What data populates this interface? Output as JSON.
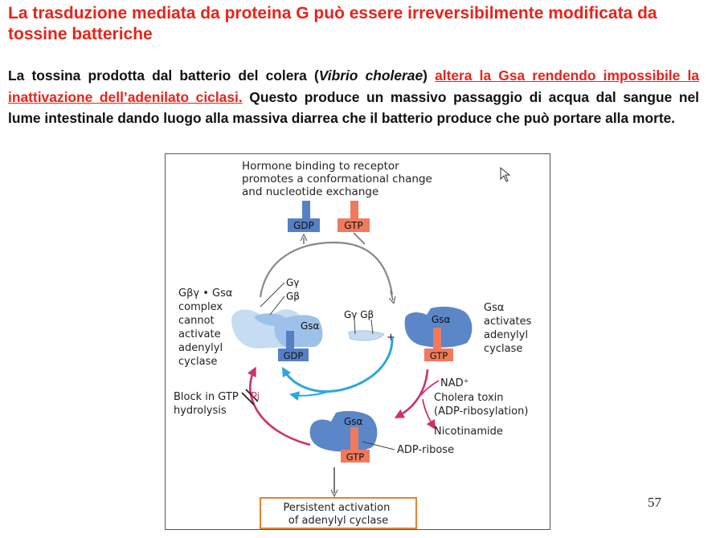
{
  "slide": {
    "title": "La trasduzione mediata da proteina G può essere irreversibilmente modificata da tossine batteriche",
    "paragraph": {
      "part1": "La tossina prodotta dal batterio del colera (",
      "species": "Vibrio cholerae",
      "part2": ") ",
      "highlight": "altera la Gsa rendendo impossibile la inattivazione dell’adenilato ciclasi.",
      "part3": " Questo produce un massivo passaggio di acqua dal sangue nel lume intestinale dando luogo alla massiva diarrea che il batterio produce che può portare alla morte."
    },
    "page_number": "57"
  },
  "colors": {
    "title_red": "#e8231a",
    "protein_blue": "#5b86c8",
    "light_blue": "#c5dcf2",
    "gdp_box": "#5680c5",
    "gtp_box": "#f07a5c",
    "magenta_arrow": "#d0306e",
    "cyan_arrow": "#2aa7df",
    "persistent_border": "#e8822d"
  },
  "figure": {
    "top_caption": [
      "Hormone binding to receptor",
      "promotes a conformational change",
      "and nucleotide exchange"
    ],
    "gdp": "GDP",
    "gtp": "GTP",
    "left_complex": {
      "label_main": "Gβγ • Gsα",
      "label_lines": [
        "complex",
        "cannot",
        "activate",
        "adenylyl",
        "cyclase"
      ],
      "gamma": "Gγ",
      "beta": "Gβ",
      "alpha": "Gsα"
    },
    "middle": {
      "gamma_beta": "Gγ Gβ",
      "plus": "+"
    },
    "right_complex": {
      "alpha": "Gsα",
      "label_main": "Gsα",
      "label_lines": [
        "activates",
        "adenylyl",
        "cyclase"
      ]
    },
    "block": [
      "Block in GTP",
      "hydrolysis"
    ],
    "pi": "Pi",
    "toxin": {
      "nad": "NAD⁺",
      "lines": [
        "Cholera toxin",
        "(ADP-ribosylation)"
      ],
      "nicotinamide": "Nicotinamide"
    },
    "bottom_complex": {
      "alpha": "Gsα",
      "adp_ribose": "ADP-ribose"
    },
    "persistent": [
      "Persistent activation",
      "of adenylyl cyclase"
    ]
  }
}
